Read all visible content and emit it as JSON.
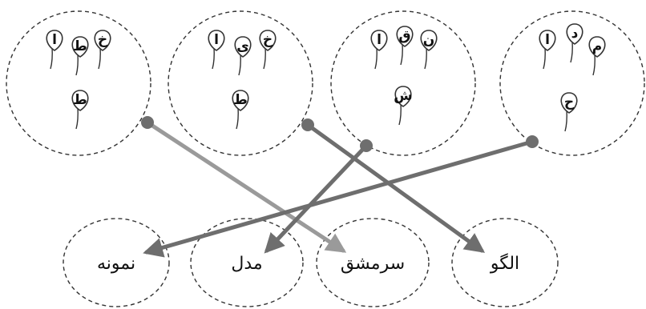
{
  "letter_groups": [
    {
      "letters": [
        "خ",
        "ط",
        "ا",
        "ط"
      ]
    },
    {
      "letters": [
        "خ",
        "ی",
        "ا",
        "ط"
      ]
    },
    {
      "letters": [
        "ن",
        "ق",
        "ا",
        "ش"
      ]
    },
    {
      "letters": [
        "م",
        "د",
        "ا",
        "ح"
      ]
    }
  ],
  "words": [
    "نمونه",
    "مدل",
    "سرمشق",
    "الگو"
  ],
  "matches": [
    {
      "from_group": 0,
      "to_word": 2
    },
    {
      "from_group": 1,
      "to_word": 3
    },
    {
      "from_group": 2,
      "to_word": 1
    },
    {
      "from_group": 3,
      "to_word": 0
    }
  ],
  "colors": {
    "line_light": "#9a9a9a",
    "line_dark": "#6e6e6e",
    "circle_stroke": "#333333"
  }
}
